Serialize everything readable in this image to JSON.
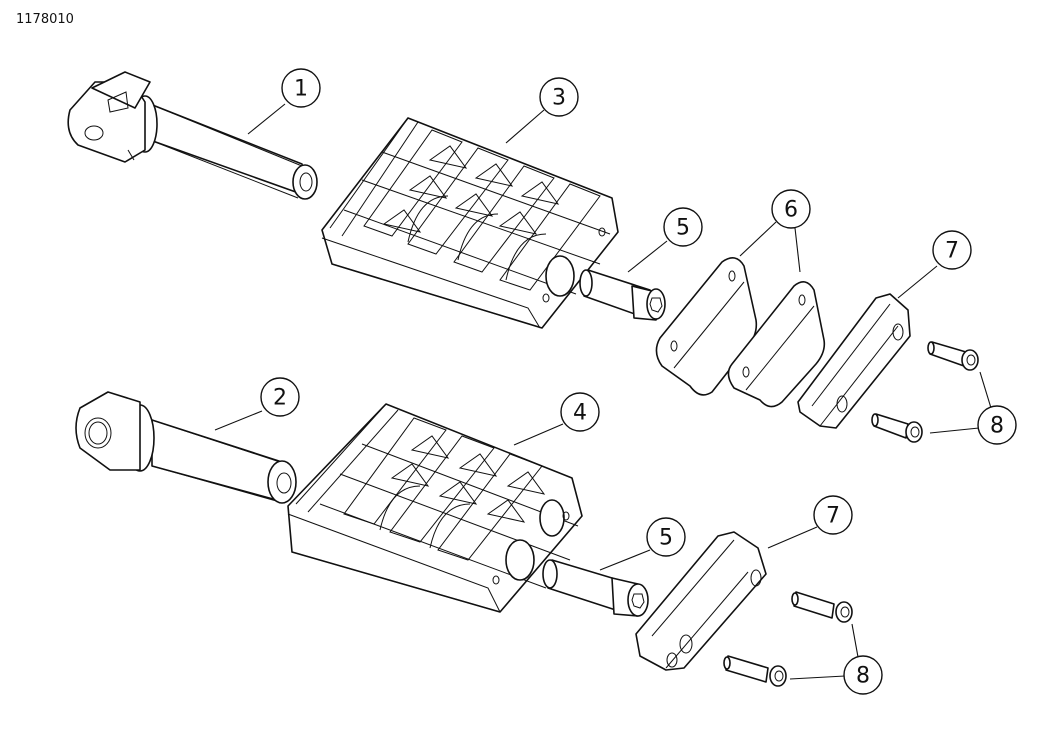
{
  "drawing_number": "1178010",
  "callouts": [
    {
      "id": "c1",
      "label": "1"
    },
    {
      "id": "c2",
      "label": "2"
    },
    {
      "id": "c3",
      "label": "3"
    },
    {
      "id": "c4",
      "label": "4"
    },
    {
      "id": "c5a",
      "label": "5"
    },
    {
      "id": "c5b",
      "label": "5"
    },
    {
      "id": "c6",
      "label": "6"
    },
    {
      "id": "c7a",
      "label": "7"
    },
    {
      "id": "c7b",
      "label": "7"
    },
    {
      "id": "c8a",
      "label": "8"
    },
    {
      "id": "c8b",
      "label": "8"
    }
  ]
}
